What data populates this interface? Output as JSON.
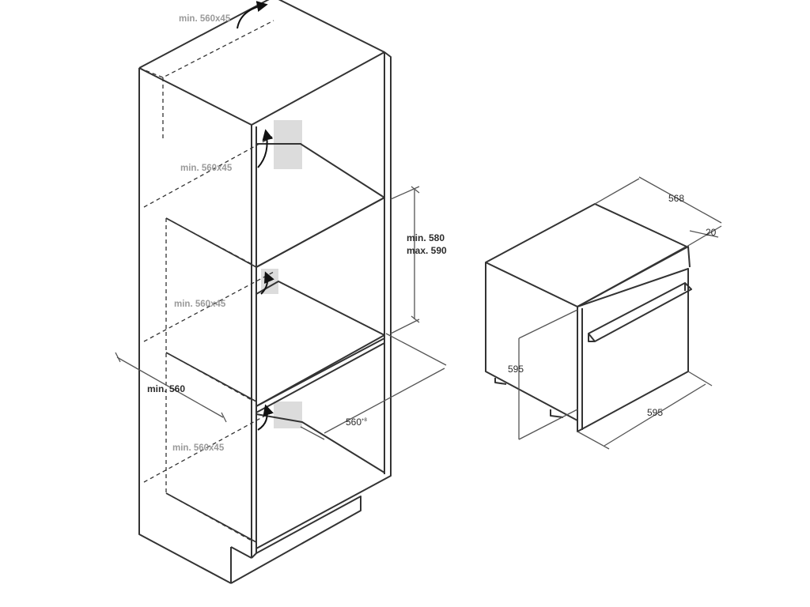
{
  "cabinet": {
    "vent_top": "min. 560x45",
    "vent_upper": "min. 560x45",
    "vent_middle": "min. 560x45",
    "vent_bottom": "min. 560x45",
    "height_min": "min. 580",
    "height_max": "max. 590",
    "depth_min": "min. 560",
    "width_value": "560",
    "width_tolerance": "+8"
  },
  "oven": {
    "depth": "568",
    "front_offset": "20",
    "height": "595",
    "width": "595"
  },
  "colors": {
    "line": "#333333",
    "dim_line": "#555555",
    "shade": "#dcdcdc",
    "vent_text": "#9a9a9a"
  }
}
